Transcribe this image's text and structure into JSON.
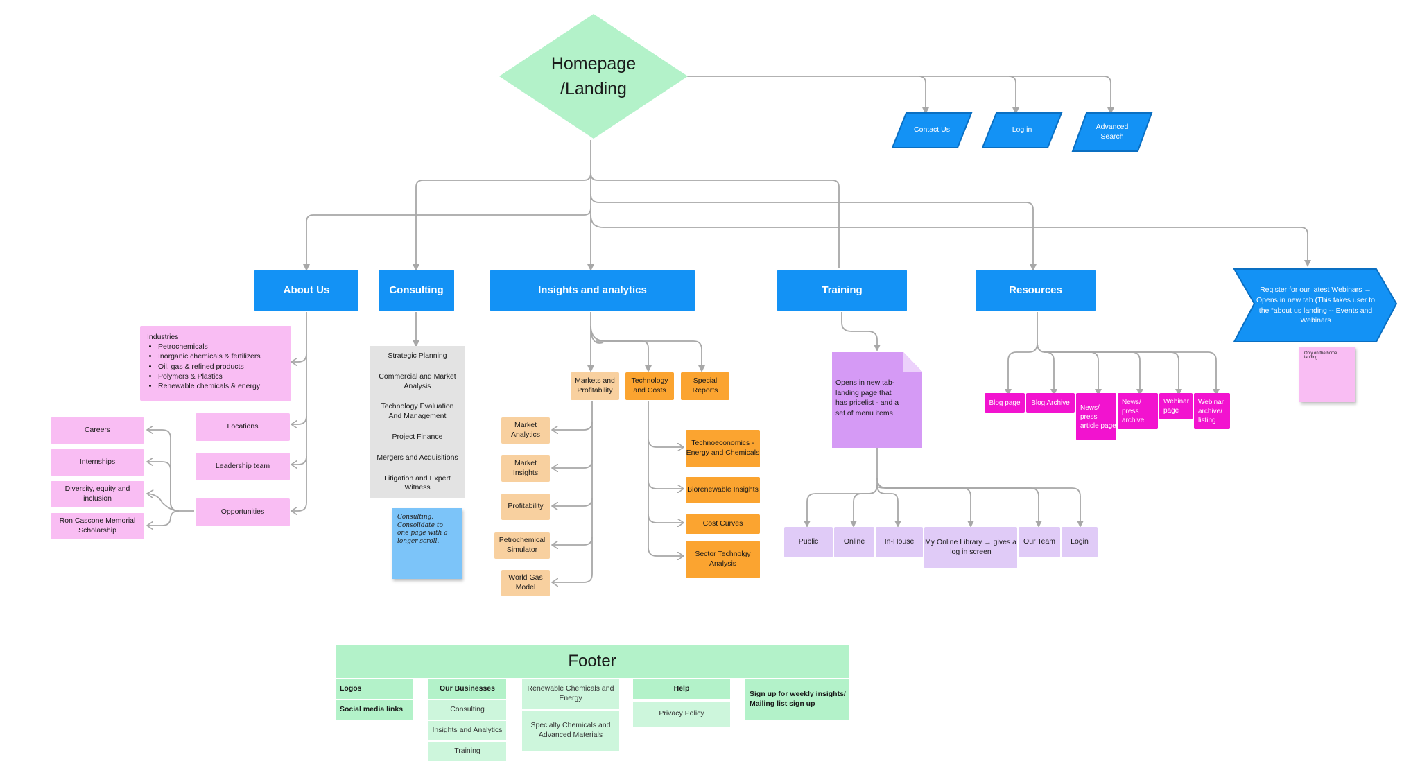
{
  "homepage": {
    "line1": "Homepage",
    "line2": "/Landing"
  },
  "top_links": {
    "contact": "Contact Us",
    "login": "Log in",
    "advanced_search_l1": "Advanced",
    "advanced_search_l2": "Search"
  },
  "sections": {
    "about_us": "About Us",
    "consulting": "Consulting",
    "insights": "Insights and analytics",
    "training": "Training",
    "resources": "Resources",
    "webinars": "Register for our latest Webinars → Opens in new tab (This takes user to the “about us landing -- Events and Webinars"
  },
  "about": {
    "industries_title": "Industries",
    "industries": [
      "Petrochemicals",
      "Inorganic chemicals & fertilizers",
      "Oil, gas & refined products",
      "Polymers & Plastics",
      "Renewable chemicals & energy"
    ],
    "locations": "Locations",
    "leadership": "Leadership team",
    "opportunities": "Opportunities",
    "careers": "Careers",
    "internships": "Internships",
    "diversity": "Diversity, equity and inclusion",
    "scholarship": "Ron Cascone Memorial Scholarship"
  },
  "consulting": {
    "items": [
      "Strategic Planning",
      "Commercial and Market Analysis",
      "Technology Evaluation And Management",
      "Project Finance",
      "Mergers and Acquisitions",
      "Litigation and Expert Witness"
    ],
    "sticky_note": "Consulting: Consolidate to one page with a longer scroll."
  },
  "insights": {
    "markets": "Markets and Profitability",
    "technology": "Technology and Costs",
    "special": "Special Reports",
    "market_children": [
      "Market Analytics",
      "Market Insights",
      "Profitability",
      "Petrochemical Simulator",
      "World Gas Model"
    ],
    "tech_children": [
      "Technoeconomics - Energy and Chemicals",
      "Biorenewable Insights",
      "Cost Curves",
      "Sector Technolgy Analysis"
    ]
  },
  "training": {
    "note": "Opens in new tab- landing page that has pricelist - and a set of menu items",
    "items": [
      "Public",
      "Online",
      "In-House",
      "My Online Library → gives a log in screen",
      "Our Team",
      "Login"
    ]
  },
  "resources": {
    "items": [
      "Blog page",
      "Blog Archive",
      "News/ press article page",
      "News/ press archive",
      "Webinar page",
      "Webinar archive/ listing"
    ]
  },
  "webinar_sticky": "Only on the home landing",
  "footer": {
    "title": "Footer",
    "logos": "Logos",
    "social": "Social media links",
    "our_businesses": "Our Businesses",
    "consulting": "Consulting",
    "insights": "Insights and Analytics",
    "training": "Training",
    "renewable": "Renewable Chemicals and Energy",
    "specialty": "Specialty Chemicals and Advanced Materials",
    "help": "Help",
    "privacy": "Privacy Policy",
    "signup": "Sign up for weekly insights/ Mailing list sign up"
  },
  "colors": {
    "primary_blue": "#1392f5",
    "pink": "#f9bdf3",
    "grey": "#e3e3e3",
    "peach": "#f8d09f",
    "orange": "#fba430",
    "lilac": "#e0cbf7",
    "purple_note": "#d59af5",
    "magenta": "#f213cf",
    "mint": "#b3f2c9",
    "sticky_blue": "#7cc4f9",
    "connector": "#a8a8a8"
  }
}
